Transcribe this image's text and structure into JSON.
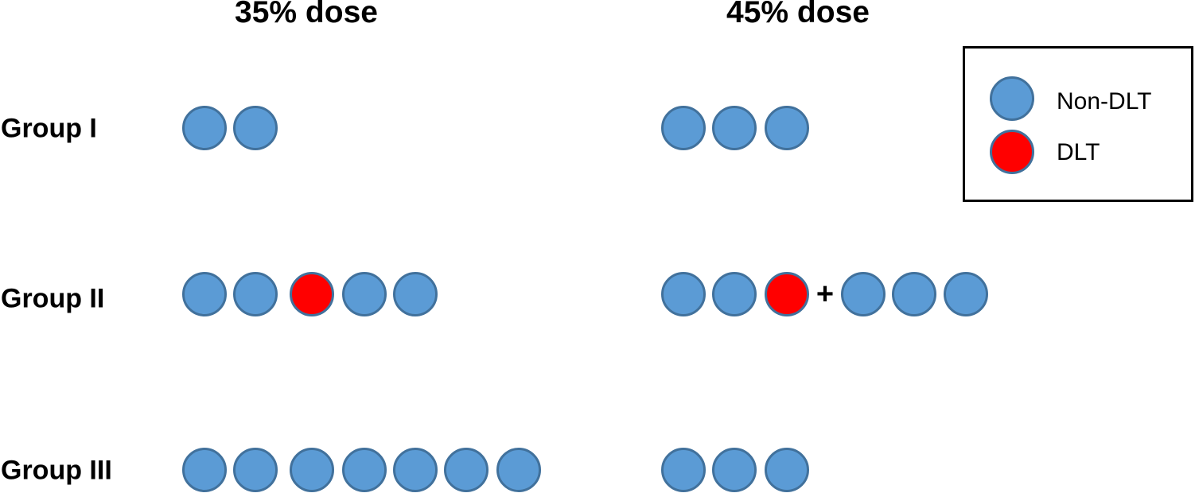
{
  "columns": [
    {
      "label": "35% dose"
    },
    {
      "label": "45% dose"
    }
  ],
  "rows": [
    {
      "label": "Group I",
      "dose35": [
        "non-dlt",
        "non-dlt"
      ],
      "dose45": [
        "non-dlt",
        "non-dlt",
        "non-dlt"
      ],
      "dose45_extra": []
    },
    {
      "label": "Group II",
      "dose35": [
        "non-dlt",
        "non-dlt",
        "dlt",
        "non-dlt",
        "non-dlt"
      ],
      "dose45": [
        "non-dlt",
        "non-dlt",
        "dlt"
      ],
      "dose45_extra": [
        "non-dlt",
        "non-dlt",
        "non-dlt"
      ],
      "plus_label": "+"
    },
    {
      "label": "Group III",
      "dose35": [
        "non-dlt",
        "non-dlt",
        "non-dlt",
        "non-dlt",
        "non-dlt",
        "non-dlt",
        "non-dlt"
      ],
      "dose45": [
        "non-dlt",
        "non-dlt",
        "non-dlt"
      ],
      "dose45_extra": []
    }
  ],
  "legend": {
    "items": [
      {
        "key": "non-dlt",
        "label": "Non-DLT"
      },
      {
        "key": "dlt",
        "label": "DLT"
      }
    ]
  },
  "colors": {
    "non_dlt_fill": "#5b9bd5",
    "dlt_fill": "#ff0000",
    "circle_border": "#41719c"
  }
}
